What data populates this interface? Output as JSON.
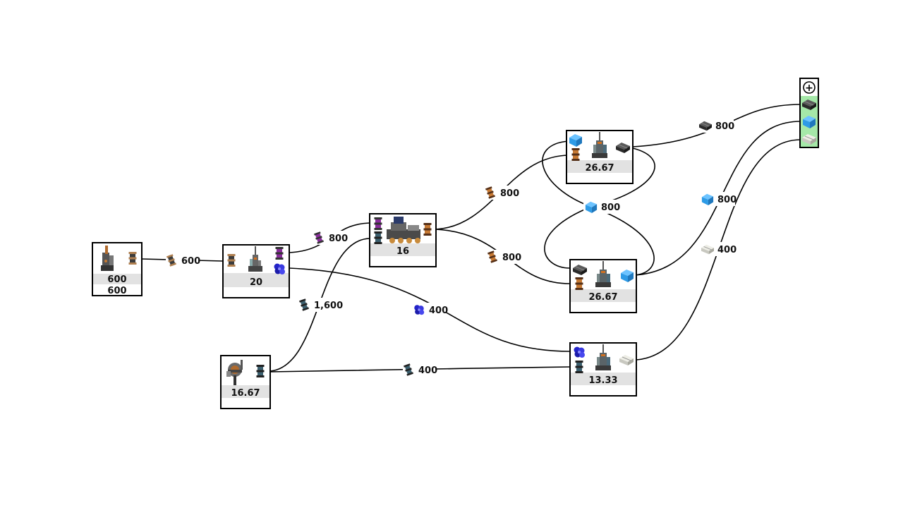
{
  "nodes": {
    "miner": {
      "rate": "600",
      "sub_rate": "600"
    },
    "refinery": {
      "rate": "20"
    },
    "crusher": {
      "rate": "16"
    },
    "extractor": {
      "rate": "16.67"
    },
    "smelter_top": {
      "rate": "26.67"
    },
    "smelter_mid": {
      "rate": "26.67"
    },
    "smelter_bottom": {
      "rate": "13.33"
    }
  },
  "edges": {
    "miner_refinery": "600",
    "refinery_crusher": "800",
    "extractor_crusher": "1,600",
    "refinery_smelter_bottom": "400",
    "extractor_smelter_bottom": "400",
    "crusher_smelter_top": "800",
    "crusher_smelter_mid": "800",
    "smelter_loop": "800",
    "top_sink": "800",
    "mid_sink": "800",
    "bottom_sink": "400"
  },
  "sink": {
    "add_symbol": "+"
  },
  "colors": {
    "dark_ore": "#3c3c3c",
    "teal_ore": "#3b5f6e",
    "purple_ore": "#8a2d9c",
    "orange_ore": "#c77a34",
    "blue_crystal": "#2424c8",
    "blue_block": "#2e9be6",
    "dark_bar": "#2b2b2b",
    "light_bar": "#c8c8c0",
    "sink_green": "#a5e8a8"
  },
  "icons": [
    "dark-ore-icon",
    "teal-ore-icon",
    "purple-ore-icon",
    "orange-ore-icon",
    "blue-crystal-icon",
    "blue-block-icon",
    "dark-bar-icon",
    "light-bar-icon",
    "miner-building-icon",
    "refinery-building-icon",
    "crusher-building-icon",
    "extractor-building-icon",
    "smelter-building-icon",
    "add-icon"
  ]
}
